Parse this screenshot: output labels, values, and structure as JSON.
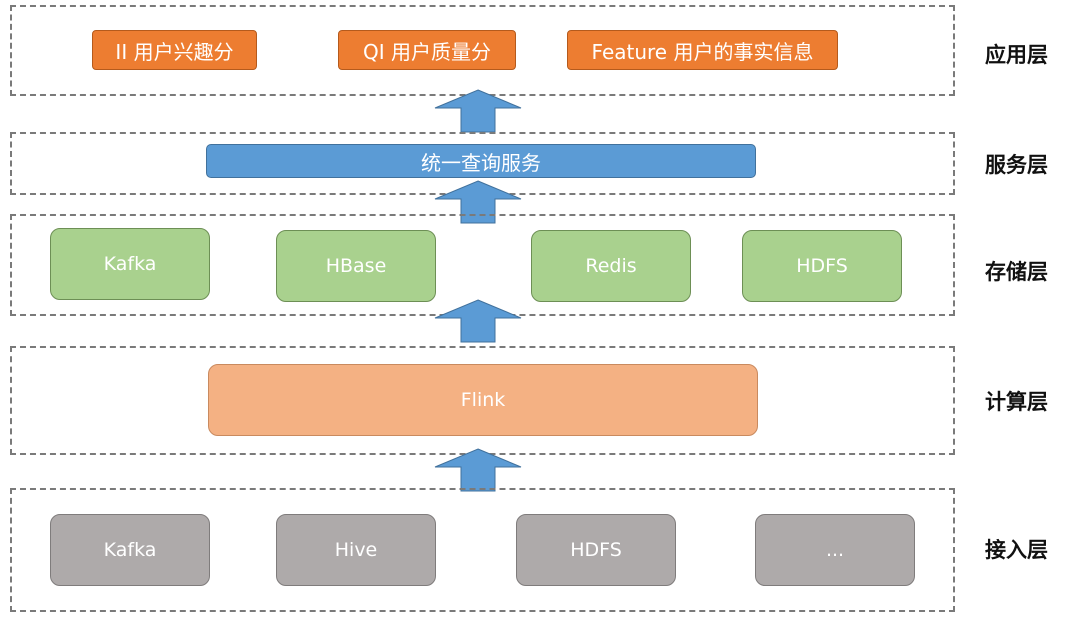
{
  "layers": {
    "app": {
      "label": "应用层",
      "items": [
        "II 用户兴趣分",
        "QI 用户质量分",
        "Feature 用户的事实信息"
      ]
    },
    "service": {
      "label": "服务层",
      "items": [
        "统一查询服务"
      ]
    },
    "storage": {
      "label": "存储层",
      "items": [
        "Kafka",
        "HBase",
        "Redis",
        "HDFS"
      ]
    },
    "compute": {
      "label": "计算层",
      "items": [
        "Flink"
      ]
    },
    "ingest": {
      "label": "接入层",
      "items": [
        "Kafka",
        "Hive",
        "HDFS",
        "..."
      ]
    }
  },
  "colors": {
    "app": "#ed7d31",
    "service": "#5b9bd5",
    "storage": "#a9d18e",
    "compute": "#f4b183",
    "ingest": "#aeaaaa",
    "arrow": "#5b9bd5"
  }
}
